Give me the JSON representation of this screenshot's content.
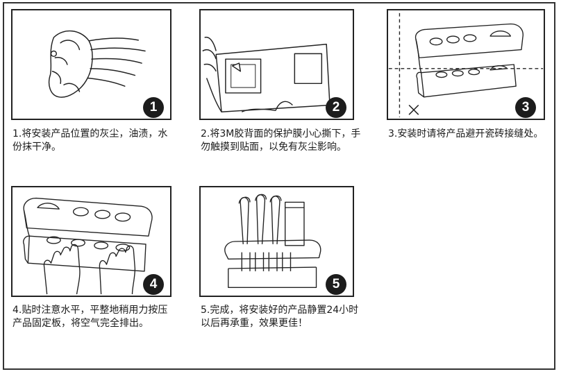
{
  "steps": [
    {
      "num": "1",
      "caption": "1.将安装产品位置的灰尘，油渍，水份抹干净。"
    },
    {
      "num": "2",
      "caption": "2.将3M胶背面的保护膜小心撕下，手勿触摸到贴面，以免有灰尘影响。"
    },
    {
      "num": "3",
      "caption": "3.安装时请将产品避开瓷砖接缝处。"
    },
    {
      "num": "4",
      "caption": "4.贴时注意水平，平整地稍用力按压产品固定板，将空气完全排出。"
    },
    {
      "num": "5",
      "caption": "5.完成，将安装好的产品静置24小时以后再承重，效果更佳！"
    }
  ],
  "colors": {
    "line": "#222222",
    "badge": "#1c1c1c",
    "background": "#ffffff"
  }
}
